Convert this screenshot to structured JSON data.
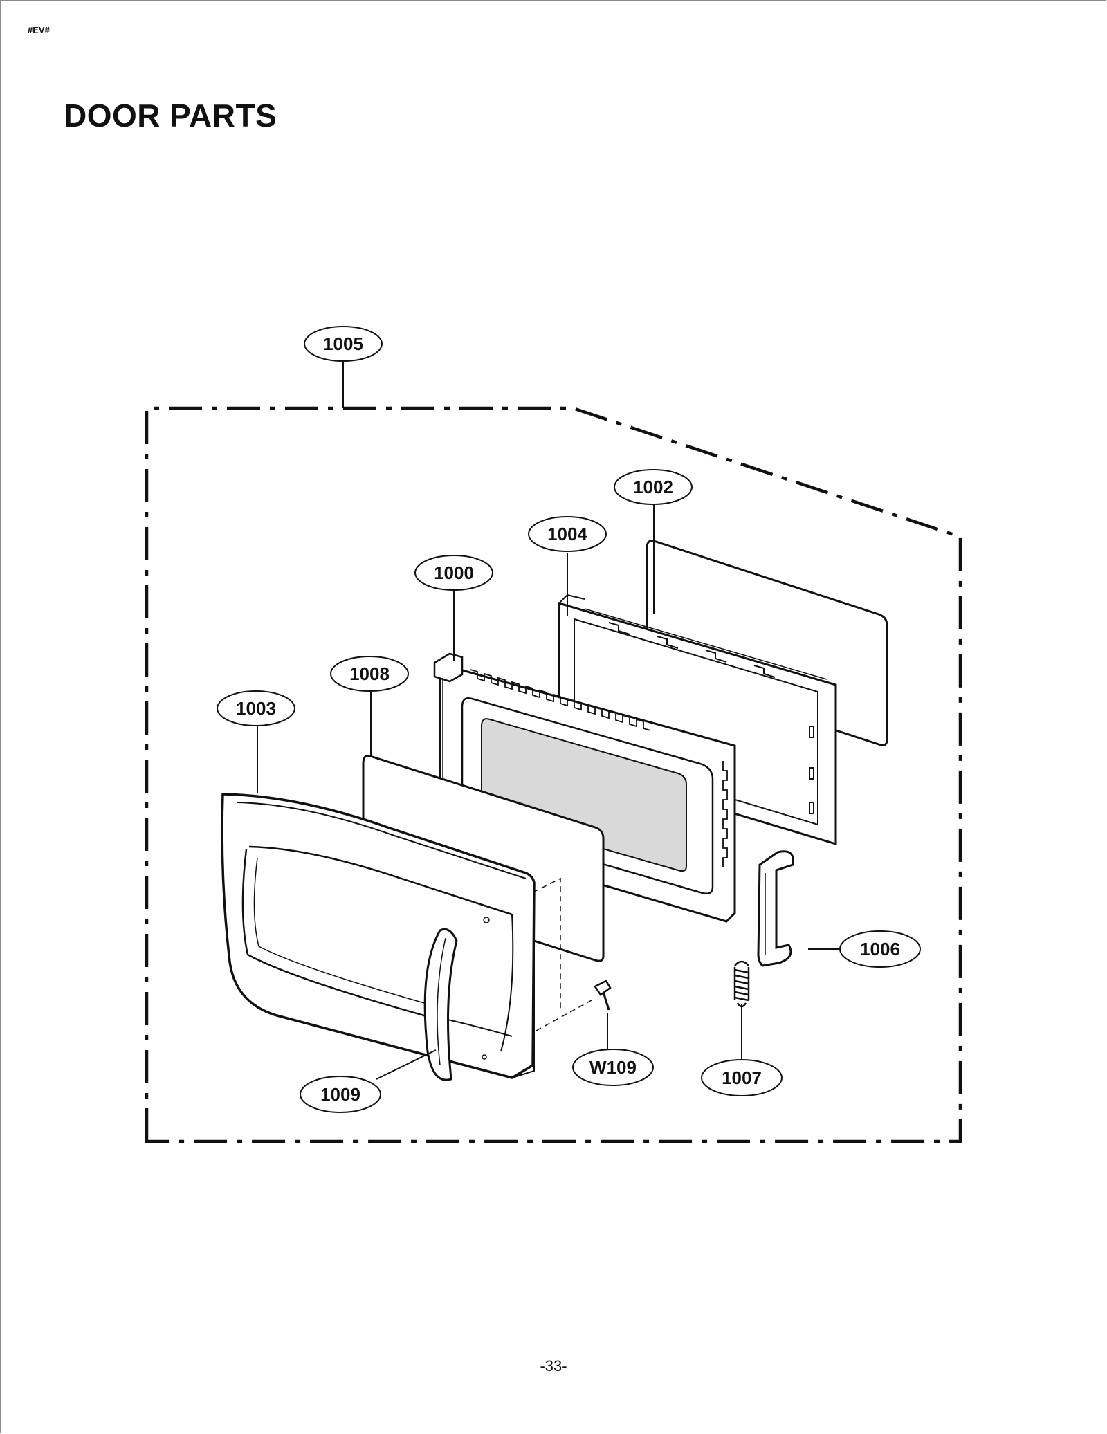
{
  "header": {
    "doc_code": "#EV#",
    "title": "DOOR PARTS"
  },
  "footer": {
    "page_number": "-33-"
  },
  "callouts": [
    {
      "id": "1005",
      "label": "1005"
    },
    {
      "id": "1002",
      "label": "1002"
    },
    {
      "id": "1004",
      "label": "1004"
    },
    {
      "id": "1000",
      "label": "1000"
    },
    {
      "id": "1008",
      "label": "1008"
    },
    {
      "id": "1003",
      "label": "1003"
    },
    {
      "id": "1006",
      "label": "1006"
    },
    {
      "id": "1009",
      "label": "1009"
    },
    {
      "id": "W109",
      "label": "W109"
    },
    {
      "id": "1007",
      "label": "1007"
    }
  ]
}
